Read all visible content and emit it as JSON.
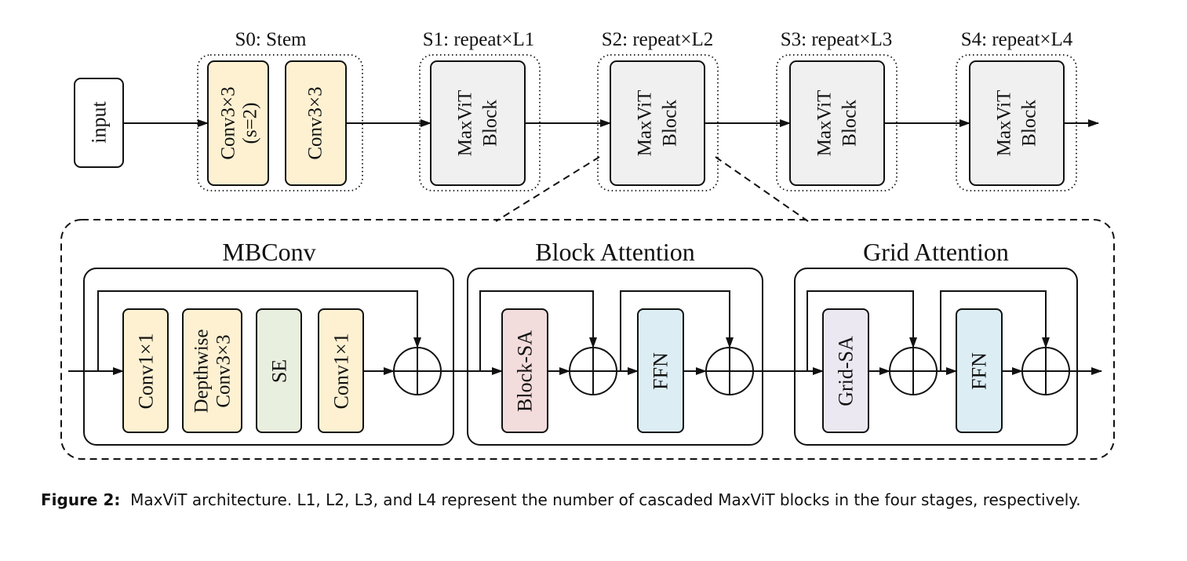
{
  "stages": {
    "input": "input",
    "s0": {
      "title": "S0: Stem",
      "conv_a_line1": "Conv3×3",
      "conv_a_line2": "(s=2)",
      "conv_b": "Conv3×3"
    },
    "s1": {
      "title": "S1: repeat×L1",
      "line1": "MaxViT",
      "line2": "Block"
    },
    "s2": {
      "title": "S2: repeat×L2",
      "line1": "MaxViT",
      "line2": "Block"
    },
    "s3": {
      "title": "S3: repeat×L3",
      "line1": "MaxViT",
      "line2": "Block"
    },
    "s4": {
      "title": "S4: repeat×L4",
      "line1": "MaxViT",
      "line2": "Block"
    }
  },
  "mbconv": {
    "title": "MBConv",
    "conv1": "Conv1×1",
    "dw_line1": "Depthwise",
    "dw_line2": "Conv3×3",
    "se": "SE",
    "conv2": "Conv1×1"
  },
  "block_attention": {
    "title": "Block Attention",
    "sa": "Block-SA",
    "ffn": "FFN"
  },
  "grid_attention": {
    "title": "Grid Attention",
    "sa": "Grid-SA",
    "ffn": "FFN"
  },
  "colors": {
    "conv_fill": "#fdf1d2",
    "block_fill": "#f0f0f0",
    "se_fill": "#e9efdf",
    "block_sa_fill": "#f3dcdc",
    "grid_sa_fill": "#ece8f2",
    "ffn_fill": "#dcedf4"
  },
  "caption": {
    "label": "Figure 2:",
    "text": "MaxViT architecture. L1, L2, L3, and L4 represent the number of cascaded MaxViT blocks in the four stages, respectively."
  }
}
